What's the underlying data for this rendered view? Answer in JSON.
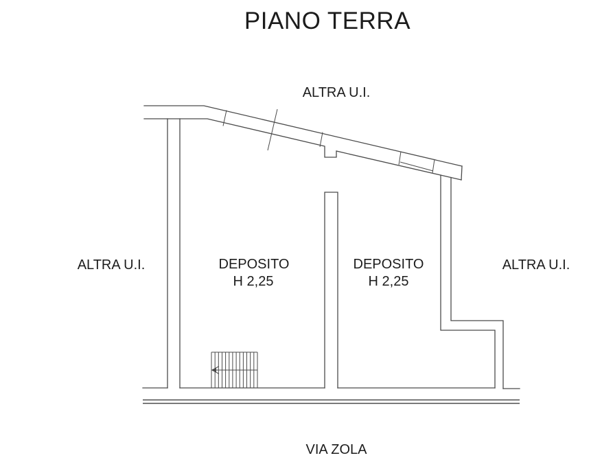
{
  "title": "PIANO TERRA",
  "plan": {
    "top_label": "ALTRA U.I.",
    "left_label": "ALTRA U.I.",
    "right_label": "ALTRA U.I.",
    "street_label": "VIA ZOLA",
    "rooms": [
      {
        "name": "DEPOSITO",
        "height": "H 2,25"
      },
      {
        "name": "DEPOSITO",
        "height": "H 2,25"
      }
    ]
  },
  "colors": {
    "background": "#ffffff",
    "line": "#4a4a4a",
    "text": "#1c1c1c"
  }
}
